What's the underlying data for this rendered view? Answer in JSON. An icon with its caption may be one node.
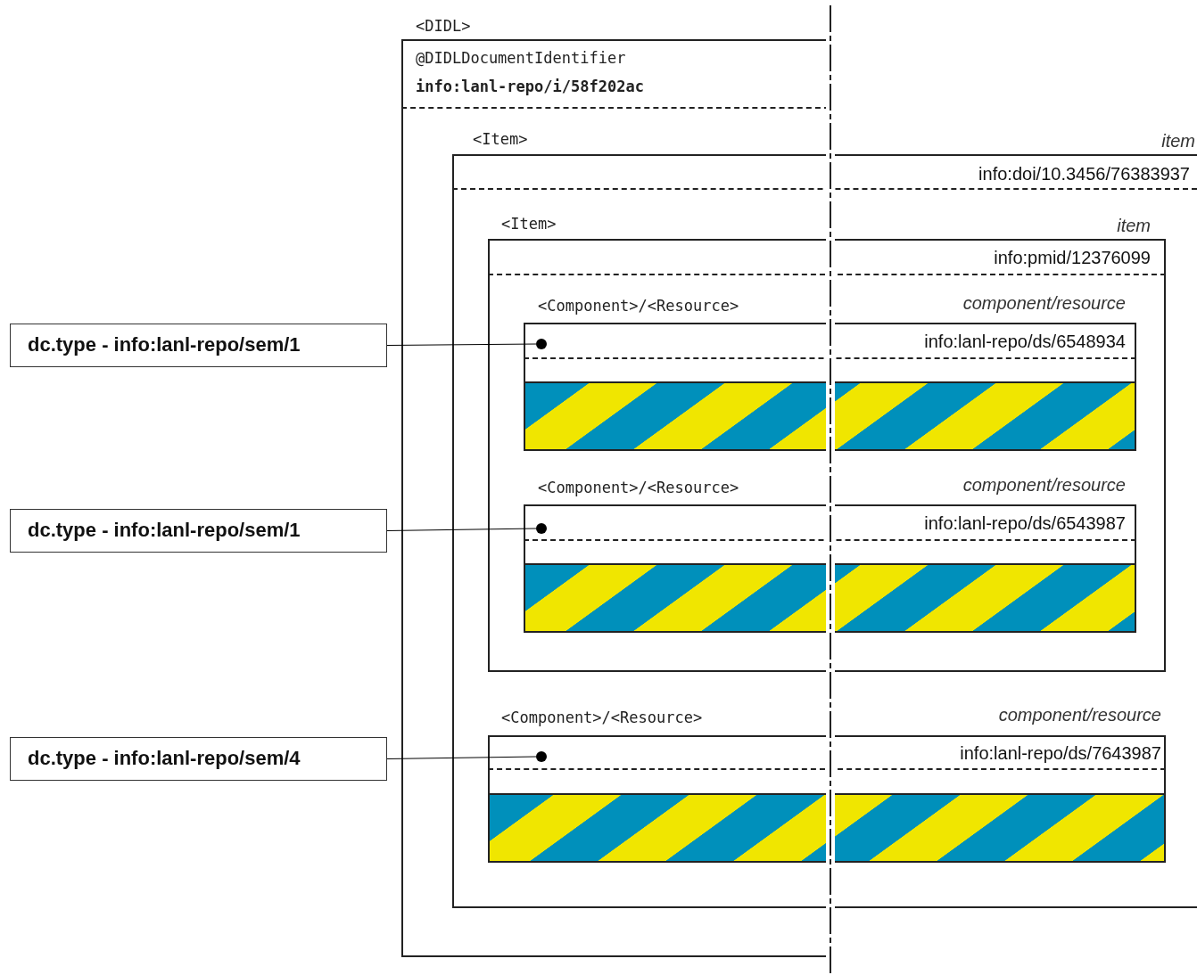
{
  "diagram": {
    "nodes": [
      {
        "text": [
          "<DIDL>",
          "@DIDLDocumentIdentifier",
          "info:lanl-repo/i/58f202ac"
        ]
      },
      {
        "text": [
          "<Item>",
          "item",
          "info:doi/10.3456/76383937"
        ],
        "in": 0
      },
      {
        "text": [
          "<Item>",
          "item",
          "info:pmid/12376099"
        ],
        "in": 1
      },
      {
        "text": [
          "<Component>/<Resource>",
          "component/resource",
          "info:lanl-repo/ds/6548934"
        ],
        "in": 2
      },
      {
        "text": [],
        "shape": "circle",
        "in": 3
      },
      {
        "text": [
          "<Component>/<Resource>",
          "component/resource",
          "info:lanl-repo/ds/6543987"
        ],
        "in": 2
      },
      {
        "text": [],
        "shape": "circle",
        "in": 5
      },
      {
        "text": [
          "<Component>/<Resource>",
          "component/resource",
          "info:lanl-repo/ds/7643987"
        ],
        "in": 1
      },
      {
        "text": [],
        "shape": "circle",
        "in": 7
      },
      {
        "text": [
          "dc.type - info:lanl-repo/sem/1"
        ]
      },
      {
        "text": [
          "dc.type - info:lanl-repo/sem/1"
        ]
      },
      {
        "text": [
          "dc.type - info:lanl-repo/sem/4"
        ]
      }
    ],
    "edges": [
      {
        "from": 9,
        "to": 4,
        "arrow": "none"
      },
      {
        "from": 10,
        "to": 6,
        "arrow": "none"
      },
      {
        "from": 11,
        "to": 8,
        "arrow": "none"
      }
    ]
  }
}
